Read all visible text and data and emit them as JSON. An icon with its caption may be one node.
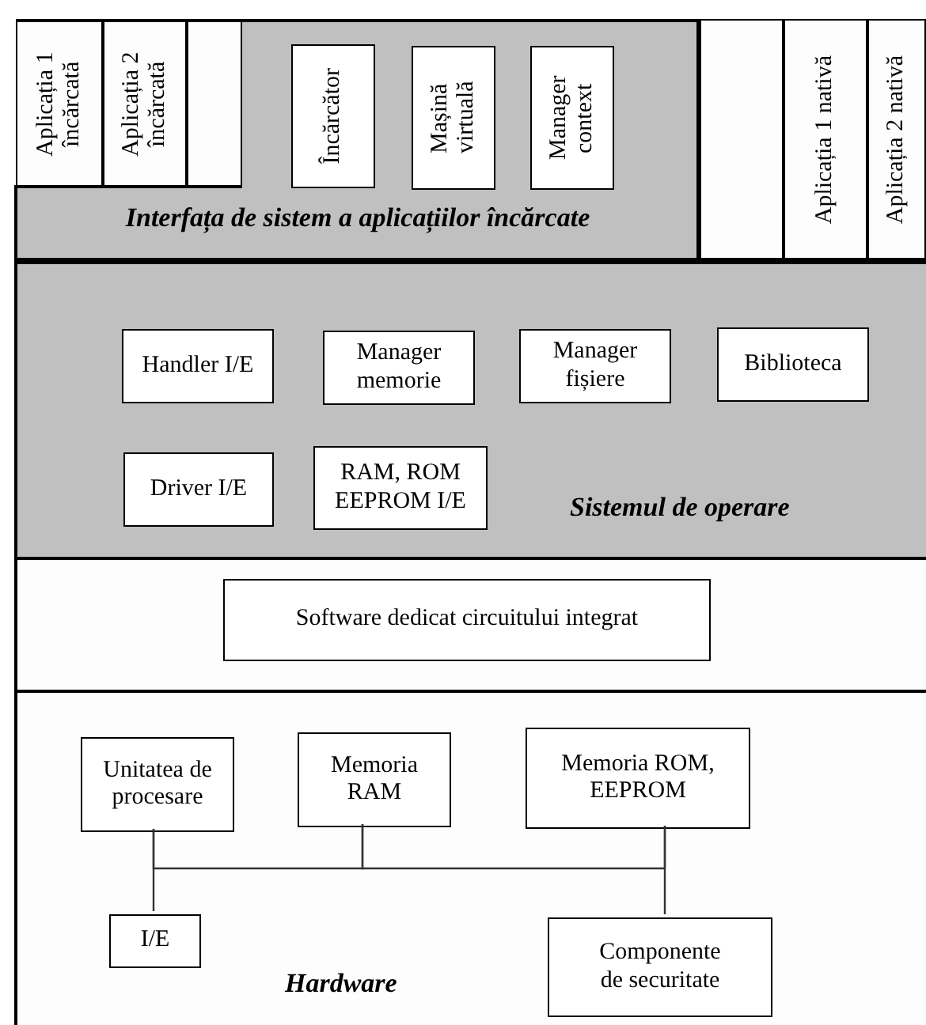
{
  "diagram": {
    "nodes": [
      {
        "text": [
          "Interfața de sistem a aplicațiilor încărcate"
        ]
      },
      {
        "text": [
          "Aplicația 1 încărcată"
        ],
        "in": 0
      },
      {
        "text": [
          "Aplicația 2 încărcată"
        ],
        "in": 0
      },
      {
        "text": [],
        "shape": "box",
        "in": 0
      },
      {
        "text": [
          "Încărcător"
        ],
        "in": 0
      },
      {
        "text": [
          "Mașină virtuală"
        ],
        "in": 0
      },
      {
        "text": [
          "Manager context"
        ],
        "in": 0
      },
      {
        "text": [],
        "shape": "box"
      },
      {
        "text": [
          "Aplicația 1 nativă"
        ]
      },
      {
        "text": [
          "Aplicația 2 nativă"
        ]
      },
      {
        "text": [
          "Sistemul de operare"
        ]
      },
      {
        "text": [
          "Handler I/E"
        ],
        "in": 10
      },
      {
        "text": [
          "Manager memorie"
        ],
        "in": 10
      },
      {
        "text": [
          "Manager fișiere"
        ],
        "in": 10
      },
      {
        "text": [
          "Biblioteca"
        ],
        "in": 10
      },
      {
        "text": [
          "Driver I/E"
        ],
        "in": 10
      },
      {
        "text": [
          "RAM, ROM EEPROM I/E"
        ],
        "in": 10
      },
      {
        "text": [
          "Software dedicat circuitului integrat"
        ]
      },
      {
        "text": [
          "Hardware"
        ]
      },
      {
        "text": [
          "Unitatea de procesare"
        ],
        "in": 18
      },
      {
        "text": [
          "Memoria RAM"
        ],
        "in": 18
      },
      {
        "text": [
          "Memoria ROM, EEPROM"
        ],
        "in": 18
      },
      {
        "text": [
          "I/E"
        ],
        "in": 18
      },
      {
        "text": [
          "Componente de securitate"
        ],
        "in": 18
      }
    ],
    "edges": [
      {
        "from": 19,
        "to": 22,
        "arrow": "none"
      },
      {
        "from": 19,
        "to": 20,
        "arrow": "none"
      },
      {
        "from": 20,
        "to": 21,
        "arrow": "none"
      },
      {
        "from": 21,
        "to": 23,
        "arrow": "none"
      }
    ]
  }
}
